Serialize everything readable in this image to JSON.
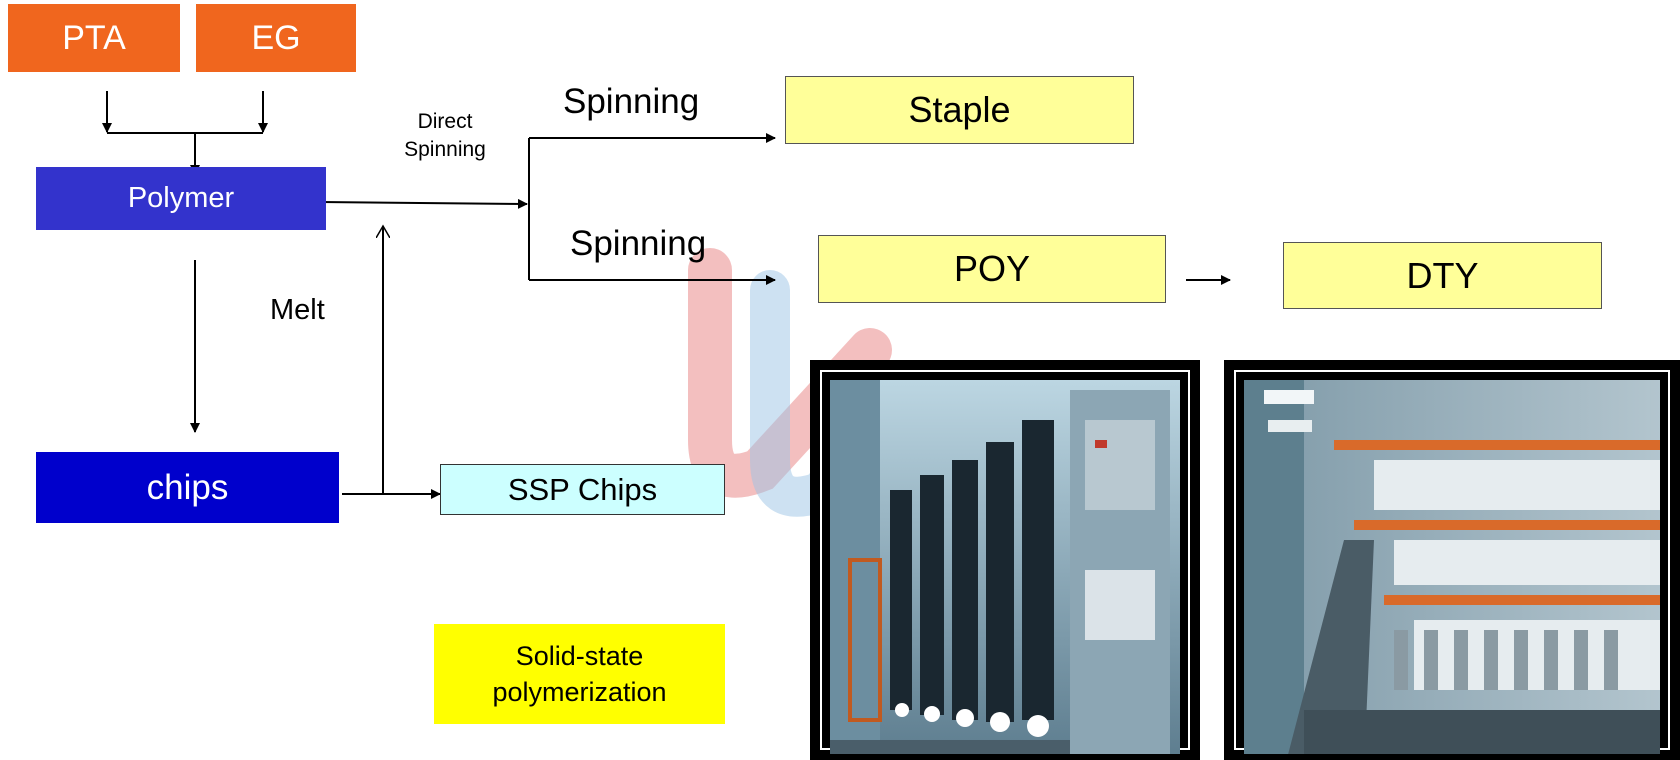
{
  "nodes": {
    "pta": "PTA",
    "eg": "EG",
    "polymer": "Polymer",
    "chips": "chips",
    "ssp_chips": "SSP Chips",
    "staple": "Staple",
    "poy": "POY",
    "dty": "DTY",
    "solid_state": "Solid-state polymerization"
  },
  "edge_labels": {
    "direct_spinning": "Direct Spinning",
    "spinning_top": "Spinning",
    "spinning_bottom": "Spinning",
    "melt": "Melt"
  },
  "colors": {
    "orange": "#f0661e",
    "polymer_blue": "#3333cc",
    "chips_blue": "#0000cc",
    "light_cyan": "#ccffff",
    "pale_yellow": "#ffff99",
    "bright_yellow": "#ffff00"
  },
  "images": {
    "left_photo": "poy-spinning-machine-photo",
    "right_photo": "dty-texturing-machine-photo",
    "watermark": "faded-logo-watermark"
  }
}
